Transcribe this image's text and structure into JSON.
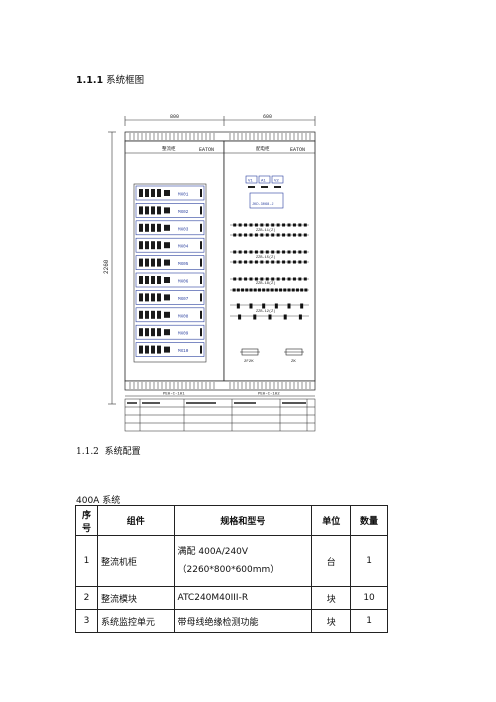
{
  "heading1": {
    "number": "1.1.1",
    "title": "系统框图"
  },
  "drawing": {
    "dim_left": "800",
    "dim_right": "600",
    "dim_height": "2260",
    "cab1_title": "整流柜",
    "cab2_title": "配电柜",
    "brand": "EATON",
    "modules": [
      "MX01",
      "MX02",
      "MX03",
      "MX04",
      "MX05",
      "MX06",
      "MX07",
      "MX08",
      "MX09",
      "MX10"
    ],
    "meters": [
      "V1",
      "A1",
      "V2"
    ],
    "ctrl_label": "JKD-3068-J",
    "bus1_label": "ZZB-11(Z)",
    "bus2_label": "ZZB-15(Z)",
    "bus3_label": "ZZB-18(Z)",
    "bus4_label": "ZZB-12(Z)",
    "breaker_left": "2F2K",
    "breaker_right": "ZK",
    "foot_left": "PE0-C-101",
    "foot_right": "PE0-C-102"
  },
  "heading2": {
    "number": "1.1.2",
    "title": "系统配置"
  },
  "table_caption": "400A 系统",
  "table": {
    "headers": [
      "序号",
      "组件",
      "规格和型号",
      "单位",
      "数量"
    ],
    "rows": [
      {
        "no": "1",
        "component": "整流机柜",
        "spec1": "满配 400A/240V",
        "spec2": "（2260*800*600mm）",
        "unit": "台",
        "qty": "1"
      },
      {
        "no": "2",
        "component": "整流模块",
        "spec1": "ATC240M40III-R",
        "unit": "块",
        "qty": "10"
      },
      {
        "no": "3",
        "component": "系统监控单元",
        "spec1": "带母线绝缘检测功能",
        "unit": "块",
        "qty": "1"
      }
    ]
  }
}
